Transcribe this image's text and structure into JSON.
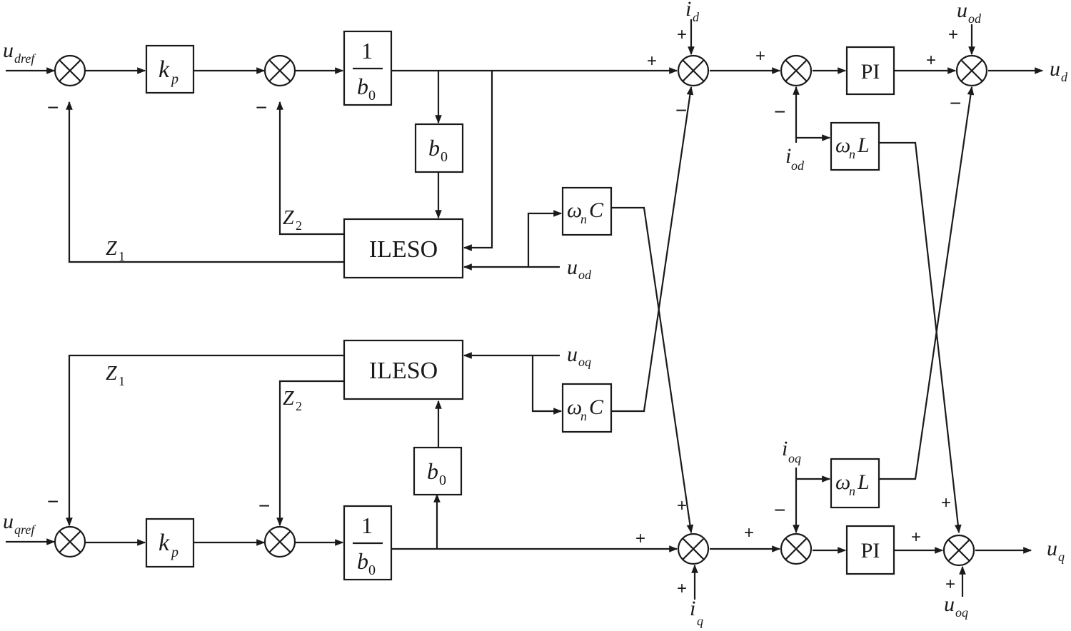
{
  "labels": {
    "u_var": "u",
    "i_var": "i",
    "z_var": "Z",
    "k_var": "k",
    "b_var": "b",
    "omega": "ω",
    "sub_dref": "dref",
    "sub_qref": "qref",
    "sub_d": "d",
    "sub_q": "q",
    "sub_od": "od",
    "sub_oq": "oq",
    "sub_p": "p",
    "sub_n": "n",
    "sub_zero": "0",
    "sub_one": "1",
    "sub_two": "2",
    "one": "1",
    "C": "C",
    "L": "L",
    "pi": "PI",
    "ileso": "ILESO",
    "plus": "+",
    "minus": "−"
  }
}
